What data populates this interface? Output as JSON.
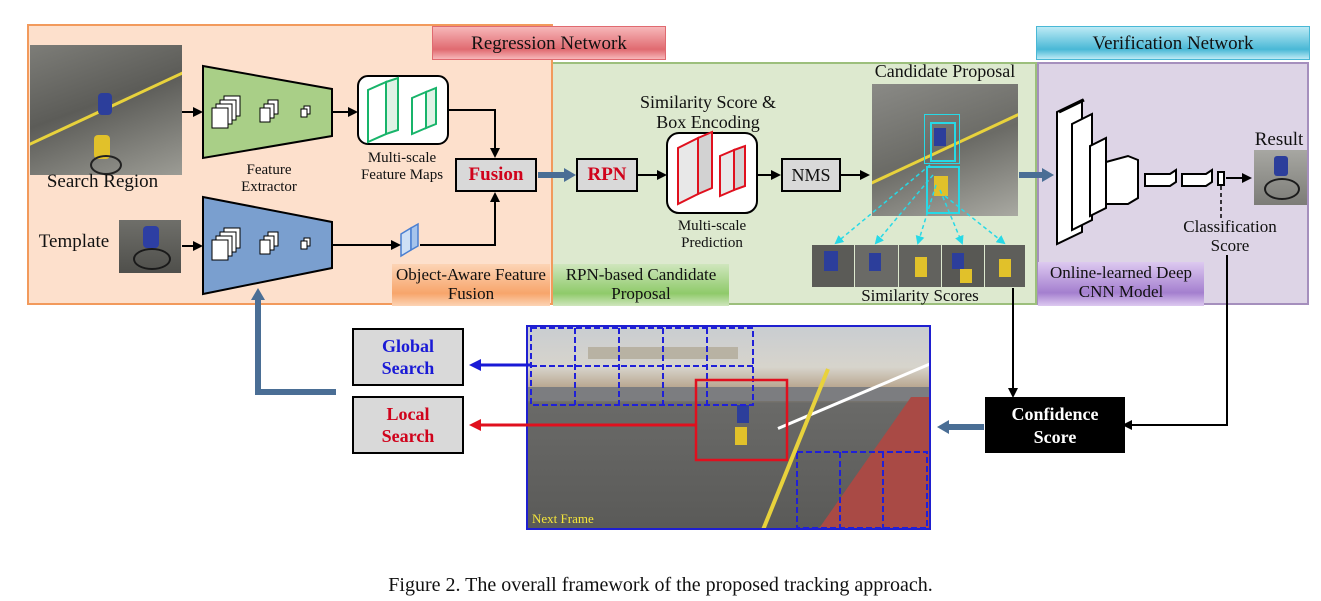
{
  "panels": {
    "regression": "Regression Network",
    "verification": "Verification Network"
  },
  "regression": {
    "search_region": "Search Region",
    "template": "Template",
    "feature_extractor": "Feature Extractor",
    "feature_maps": "Multi-scale Feature Maps",
    "fusion": "Fusion",
    "object_aware": "Object-Aware Feature Fusion"
  },
  "rpn": {
    "rpn_box": "RPN",
    "similarity_box": "Similarity Score & Box Encoding",
    "multiscale_prediction": "Multi-scale Prediction",
    "nms": "NMS",
    "candidate_proposal": "Candidate Proposal",
    "rpn_caption": "RPN-based Candidate Proposal",
    "similarity_scores": "Similarity Scores"
  },
  "verification": {
    "result": "Result",
    "classification_score": "Classification Score",
    "online_model": "Online-learned Deep CNN Model"
  },
  "bottom": {
    "global_search": "Global Search",
    "local_search": "Local Search",
    "confidence_score": "Confidence Score",
    "next_frame": "Next Frame"
  },
  "caption": "Figure 2. The overall framework of the proposed tracking approach.",
  "colors": {
    "regression_bg": "#fde0cc",
    "regression_border": "#f29a5c",
    "rpn_bg": "#dde9cf",
    "rpn_border": "#9cbf7c",
    "verification_bg": "#ddd4e6",
    "verification_border": "#a58fbd",
    "arrow_steel": "#4a6e95",
    "red": "#d0021b",
    "blue": "#1a1ad6"
  }
}
